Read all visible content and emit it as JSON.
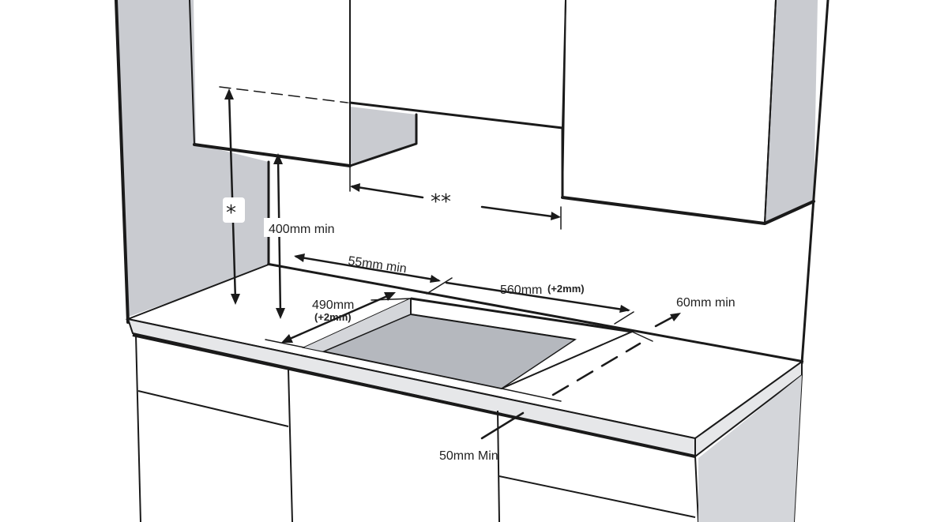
{
  "labels": {
    "clearance_above": "*",
    "cabinet_gap": "**",
    "min_wall_height": "400mm min",
    "rear_distance": "55mm min",
    "cutout_width": "560mm",
    "cutout_width_tol": "(+2mm)",
    "cutout_depth": "490mm",
    "cutout_depth_tol": "(+2mm)",
    "side_distance": "60mm min",
    "front_distance": "50mm Min"
  },
  "colors": {
    "line": "#1a1a1a",
    "wall_shade": "#c9cbd0",
    "cutout_inner": "#b5b8be",
    "cutout_side": "#d4d6da",
    "surface": "#ffffff",
    "countertop_edge": "#e6e7e9"
  }
}
